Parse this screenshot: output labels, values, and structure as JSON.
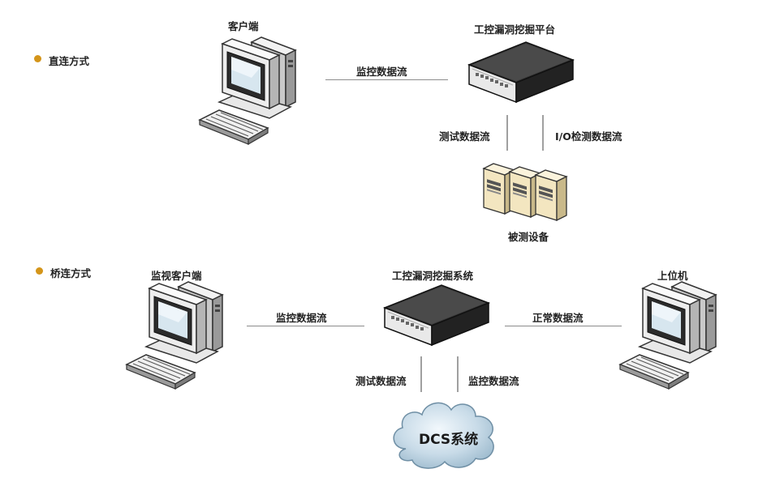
{
  "sections": {
    "direct": {
      "title": "直连方式",
      "client": "客户端",
      "platform": "工控漏洞挖掘平台",
      "monitor_flow": "监控数据流",
      "test_flow": "测试数据流",
      "io_flow": "I/O检测数据流",
      "device": "被测设备"
    },
    "bridge": {
      "title": "桥连方式",
      "client": "监视客户端",
      "system": "工控漏洞挖掘系统",
      "upper": "上位机",
      "monitor_flow_left": "监控数据流",
      "normal_flow": "正常数据流",
      "test_flow": "测试数据流",
      "monitor_flow_down": "监控数据流",
      "dcs": "DCS系统"
    }
  },
  "colors": {
    "bullet": "#d4951a",
    "line": "#8c8c8c"
  }
}
